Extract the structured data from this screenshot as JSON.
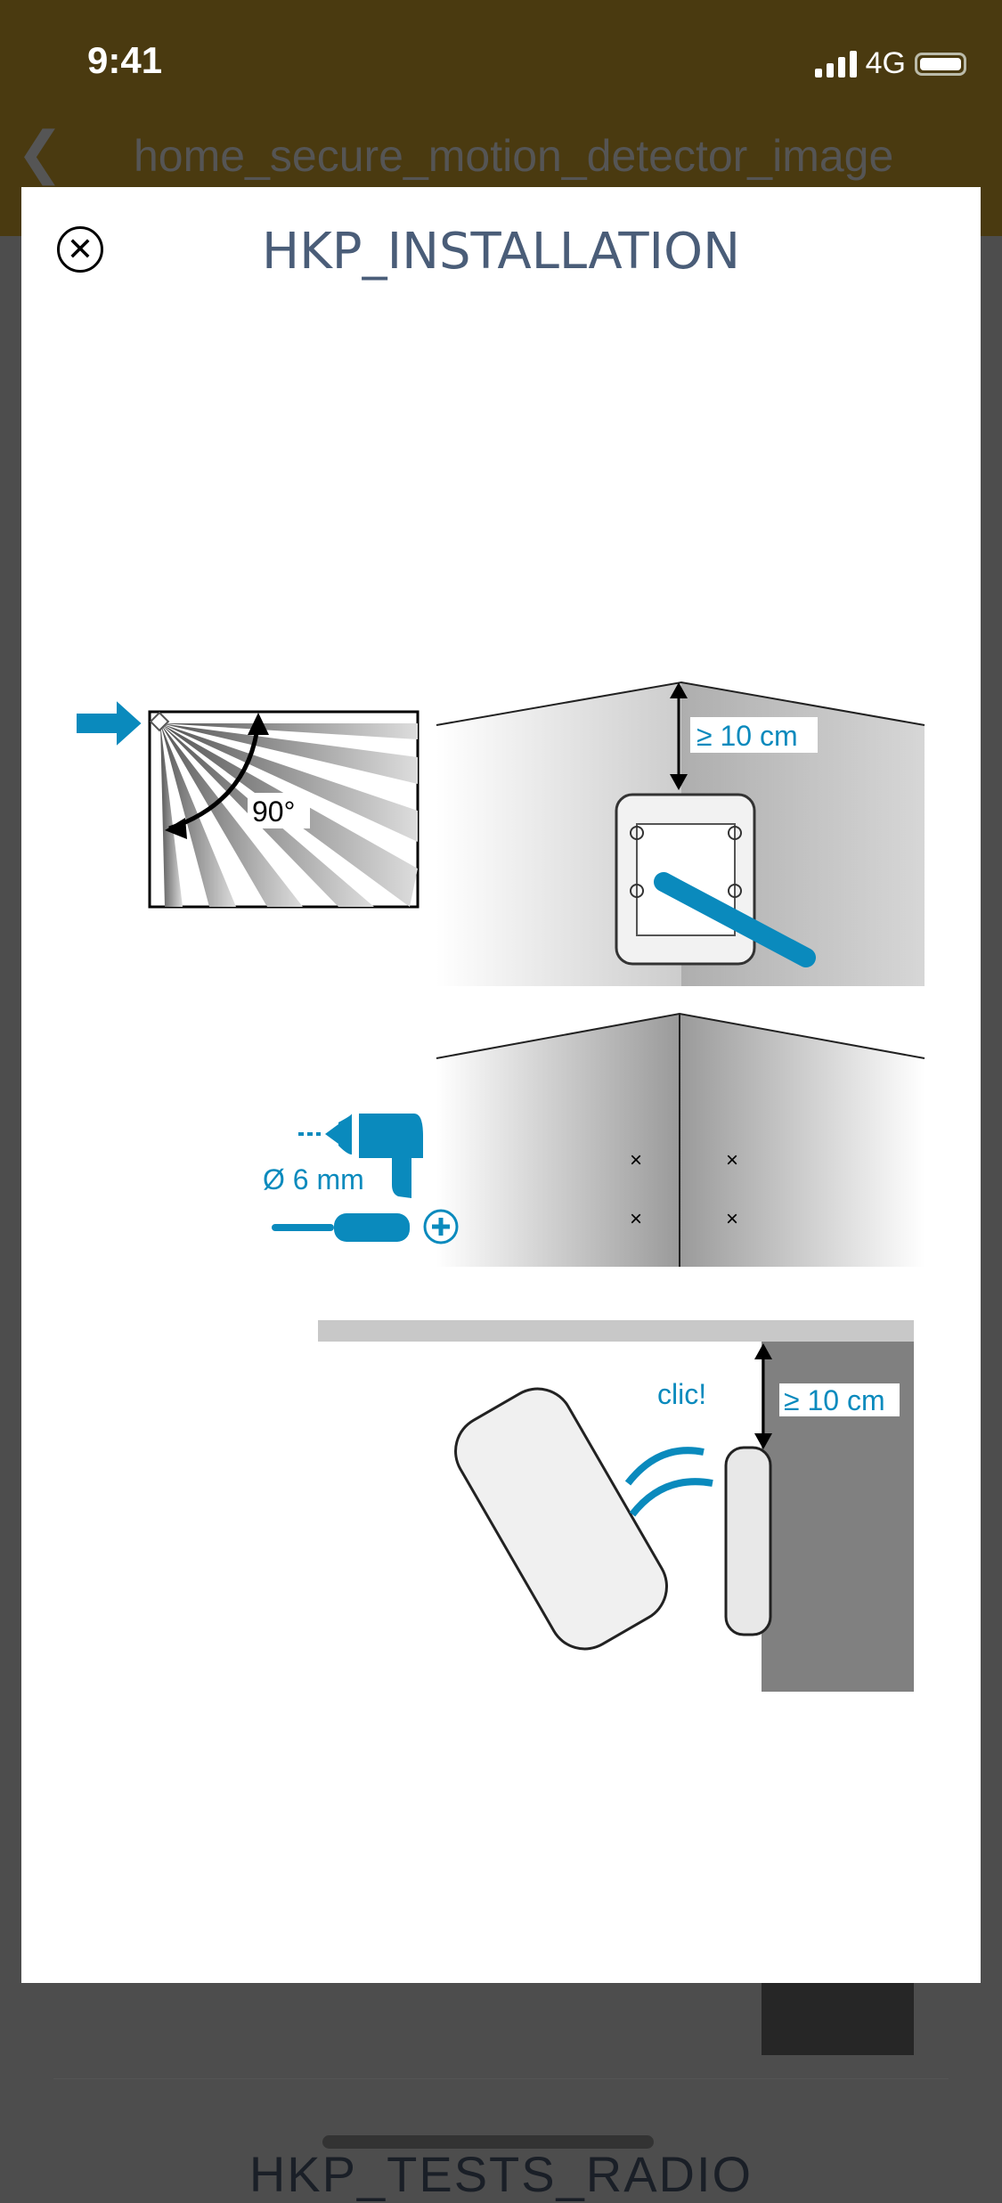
{
  "status_bar": {
    "time": "9:41",
    "network": "4G"
  },
  "nav": {
    "back_icon": "chevron-left-icon",
    "title": "home_secure_motion_detector_image"
  },
  "modal": {
    "close_icon": "close-circle-icon",
    "title": "HKP_INSTALLATION",
    "illustration": {
      "angle_label": "90°",
      "top_clearance_label": "≥ 10 cm",
      "drill_label": "Ø 6 mm",
      "clic_label": "clic!",
      "ceiling_clearance_label": "≥ 10 cm"
    }
  },
  "background_page": {
    "next_section_title": "HKP_TESTS_RADIO"
  },
  "colors": {
    "accent": "#0a8abd",
    "header": "#4a3a10",
    "title": "#4a5d78"
  }
}
